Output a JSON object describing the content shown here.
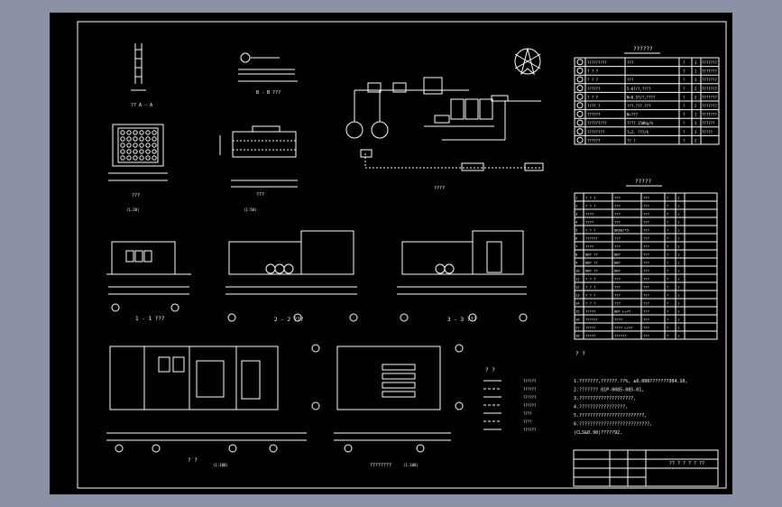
{
  "drawing": {
    "legend_title": "??????",
    "equip_title": "?????",
    "process_title": "????",
    "plan_title": "? ?",
    "section_aa": "?? A - A",
    "section_bb": "B - B ???",
    "section_11": "1 - 1 ???",
    "section_22": "2 - 2 ???",
    "section_33": "3 - 3 ???",
    "detail_label_1": "???",
    "detail_label_2": "???",
    "scale_note_1": "(1:20)",
    "scale_note_2": "(1:50)",
    "plan_scale": "(1:100)",
    "plan2_title": "????????",
    "plan2_scale": "(1:100)",
    "notes_title": "? ?",
    "notes": [
      "1.???????,??????.??%,  ±0.000???????304.10,",
      "2.??????? 01P-0085-085-01,",
      "3.????????????????????,",
      "4.?????????????????,",
      "5.????????????????????????,",
      "6.??????????????????????????,",
      "  (CLS&0.90)?????92."
    ],
    "pipe_legend_title": "? ?",
    "pipe_legend": [
      "??????",
      "??????",
      "??????",
      "??????",
      "????",
      "????",
      "??????"
    ],
    "title_block": "?? ? ? ? ? ??"
  },
  "legend_rows": [
    {
      "sym": "1",
      "name": "?????????",
      "spec": "???",
      "q": "?",
      "n": "1",
      "note": "???????"
    },
    {
      "sym": "2",
      "name": "? ? ?",
      "spec": "",
      "q": "?",
      "n": "1",
      "note": "???????"
    },
    {
      "sym": "3",
      "name": "? ? ?",
      "spec": "???",
      "q": "?",
      "n": "1",
      "note": "???????"
    },
    {
      "sym": "4",
      "name": "??????",
      "spec": "5-6?/?,????",
      "q": "?",
      "n": "2",
      "note": "???????"
    },
    {
      "sym": "5",
      "name": "? ? ?",
      "spec": "N=0.5?/?,????",
      "q": "?",
      "n": "2",
      "note": "???????"
    },
    {
      "sym": "6",
      "name": "???? ?",
      "spec": "???.???.???",
      "q": "?",
      "n": "2",
      "note": "???????"
    },
    {
      "sym": "7",
      "name": "??????",
      "spec": "N=???",
      "q": "?",
      "n": "1",
      "note": "???????"
    },
    {
      "sym": "8",
      "name": "?????????",
      "spec": "???? 150Kg/h",
      "q": "?",
      "n": "1",
      "note": "??????"
    },
    {
      "sym": "9",
      "name": "????????",
      "spec": "?=2. ???/h",
      "q": "?",
      "n": "1",
      "note": "?????"
    },
    {
      "sym": "10",
      "name": "??????",
      "spec": "?? ?",
      "q": "?",
      "n": "2",
      "note": ""
    }
  ],
  "equip_rows": [
    [
      "1",
      "? ? ?",
      "???",
      "???",
      "?",
      "1"
    ],
    [
      "2",
      "? ? ?",
      "???",
      "???",
      "?",
      "1"
    ],
    [
      "3",
      "????",
      "???",
      "???",
      "?",
      "1"
    ],
    [
      "4",
      "????",
      "???",
      "???",
      "?",
      "1"
    ],
    [
      "5",
      "? ? ?",
      "DN50/75",
      "???",
      "?",
      "1"
    ],
    [
      "6",
      "??????",
      "???",
      "???",
      "?",
      "1"
    ],
    [
      "7",
      "????",
      "???",
      "???",
      "?",
      "1"
    ],
    [
      "8",
      "DN? ??",
      "DN?",
      "???",
      "?",
      "1"
    ],
    [
      "9",
      "DN? ??",
      "DN?",
      "???",
      "?",
      "1"
    ],
    [
      "10",
      "DN? ??",
      "DN?",
      "???",
      "?",
      "1"
    ],
    [
      "11",
      "? ? ?",
      "???",
      "???",
      "?",
      "1"
    ],
    [
      "12",
      "? ? ?",
      "???",
      "???",
      "?",
      "1"
    ],
    [
      "13",
      "? ? ?",
      "???",
      "???",
      "?",
      "1"
    ],
    [
      "14",
      "? ? ?",
      "???",
      "???",
      "?",
      "1"
    ],
    [
      "15",
      "?????",
      "DN? L=??",
      "???",
      "?",
      "1"
    ],
    [
      "16",
      "??????",
      "????",
      "???",
      "?",
      "1"
    ],
    [
      "17",
      "?????",
      "???? L=??",
      "???",
      "?",
      "1"
    ],
    [
      "18",
      "?????",
      "??????",
      "???",
      "?",
      "1"
    ]
  ]
}
